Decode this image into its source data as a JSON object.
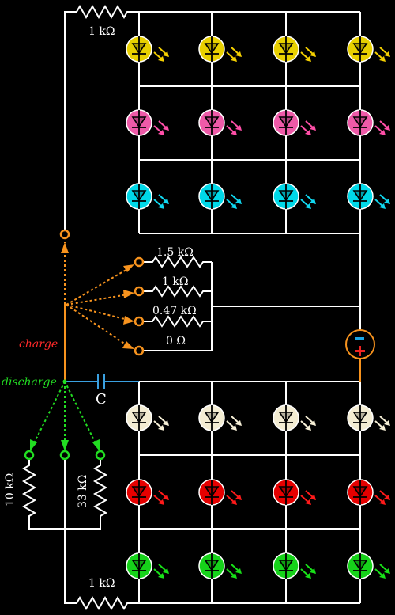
{
  "labels": {
    "r_top": "1 kΩ",
    "r_bottom": "1 kΩ",
    "r_sel_1": "1.5 kΩ",
    "r_sel_2": "1 kΩ",
    "r_sel_3": "0.47 kΩ",
    "r_sel_4": "0 Ω",
    "capacitor": "C",
    "charge": "charge",
    "discharge": "discharge",
    "r_10k": "10 kΩ",
    "r_33k": "33 kΩ",
    "battery_minus": "−",
    "battery_plus": "+"
  },
  "colors": {
    "wire": "#ffffff",
    "charge": "#ff7a1a",
    "discharge": "#22dd22",
    "charge_text": "#ff2222",
    "cap_wire": "#3aa0e0",
    "battery": "#f7931e"
  },
  "led_rows": [
    {
      "name": "yellow",
      "color": "#e8d000",
      "arrow": "#f5d000"
    },
    {
      "name": "pink",
      "color": "#ee5aa8",
      "arrow": "#ff4fa8"
    },
    {
      "name": "cyan",
      "color": "#00d8e8",
      "arrow": "#10d8f0"
    },
    {
      "name": "white",
      "color": "#f3ecd2",
      "arrow": "#f6efd6"
    },
    {
      "name": "red",
      "color": "#e60000",
      "arrow": "#ff1a1a"
    },
    {
      "name": "green",
      "color": "#16d21a",
      "arrow": "#18e018"
    }
  ]
}
